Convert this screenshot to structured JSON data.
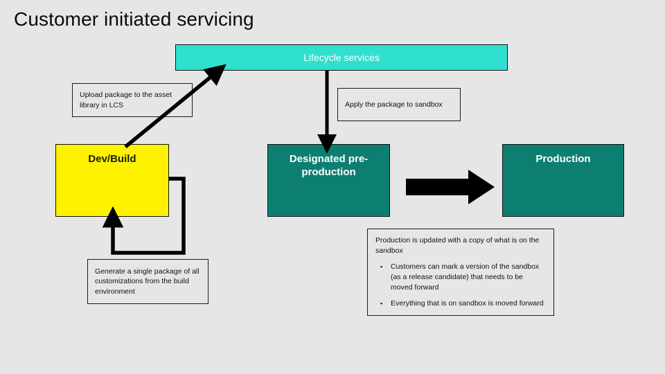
{
  "page": {
    "title": "Customer initiated servicing",
    "background_color": "#e6e6e6"
  },
  "banner": {
    "label": "Lifecycle services",
    "fill_color": "#2FE0CE",
    "text_color": "#ffffff"
  },
  "notes": {
    "upload": "Upload package to the asset library in LCS",
    "apply": "Apply the package to sandbox",
    "generate": "Generate a single package of all customizations from the build environment"
  },
  "stages": [
    {
      "id": "dev-build",
      "label": "Dev/Build",
      "fill_color": "#FFF200",
      "text_color": "#1a1a1a"
    },
    {
      "id": "designated-pre-production",
      "label": "Designated pre-production",
      "fill_color": "#0D7F71",
      "text_color": "#ffffff"
    },
    {
      "id": "production",
      "label": "Production",
      "fill_color": "#0D7F71",
      "text_color": "#ffffff"
    }
  ],
  "callout": {
    "lead": "Production is updated with a copy of what is on the sandbox",
    "bullet_mark": "▪",
    "bullets": [
      "Customers can mark a version of the sandbox (as a release candidate) that needs to be moved forward",
      "Everything that is on sandbox is moved forward"
    ]
  },
  "arrows": [
    {
      "id": "dev-to-lifecycle",
      "type": "diagonal-line-arrow",
      "color": "#000000"
    },
    {
      "id": "lifecycle-to-preproduction",
      "type": "vertical-line-arrow",
      "color": "#000000"
    },
    {
      "id": "preproduction-to-production",
      "type": "block-arrow-right",
      "color": "#000000"
    },
    {
      "id": "generate-loop-to-dev",
      "type": "elbow-loop-arrow",
      "color": "#000000"
    }
  ]
}
